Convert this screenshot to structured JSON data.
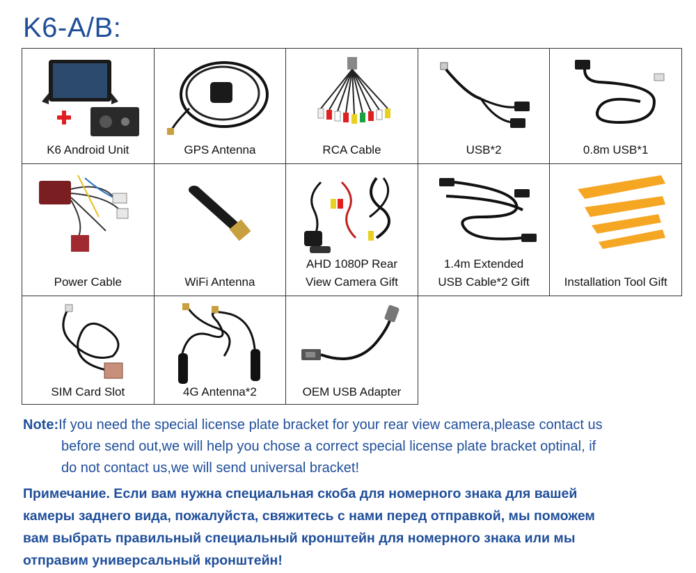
{
  "title": "K6-A/B:",
  "items": [
    {
      "label": "K6 Android Unit",
      "icon": "android-unit-icon"
    },
    {
      "label": "GPS Antenna",
      "icon": "gps-antenna-icon"
    },
    {
      "label": "RCA Cable",
      "icon": "rca-cable-icon"
    },
    {
      "label": "USB*2",
      "icon": "usb-cable-icon"
    },
    {
      "label": "0.8m USB*1",
      "icon": "usb-cable-icon"
    },
    {
      "label": "Power Cable",
      "icon": "power-cable-icon"
    },
    {
      "label": "WiFi Antenna",
      "icon": "wifi-antenna-icon"
    },
    {
      "label_line1": "AHD 1080P Rear",
      "label_line2": "View Camera Gift",
      "icon": "rear-camera-icon"
    },
    {
      "label_line1": "1.4m Extended",
      "label_line2": "USB Cable*2 Gift",
      "icon": "usb-cable-icon"
    },
    {
      "label": "Installation Tool Gift",
      "icon": "pry-tool-icon"
    },
    {
      "label": "SIM Card Slot",
      "icon": "sim-slot-icon"
    },
    {
      "label": "4G Antenna*2",
      "icon": "4g-antenna-icon"
    },
    {
      "label": "OEM USB Adapter",
      "icon": "usb-adapter-icon"
    }
  ],
  "note": {
    "lead": "Note:",
    "line1": "If you need the special license plate bracket for your rear view camera,please contact us",
    "line2": "before send out,we will help you chose a correct special license plate bracket optinal, if",
    "line3": "do not contact us,we will send universal bracket!"
  },
  "note_ru": {
    "line1": "Примечание. Если вам нужна специальная скоба для номерного знака для вашей",
    "line2": "камеры заднего вида, пожалуйста, свяжитесь с нами перед отправкой, мы поможем",
    "line3": "вам выбрать правильный специальный кронштейн для номерного знака или мы",
    "line4": "отправим универсальный кронштейн!"
  },
  "colors": {
    "title": "#1f4e9a",
    "text": "#111111",
    "accent_red": "#e02020",
    "tool_orange": "#f5a623"
  }
}
